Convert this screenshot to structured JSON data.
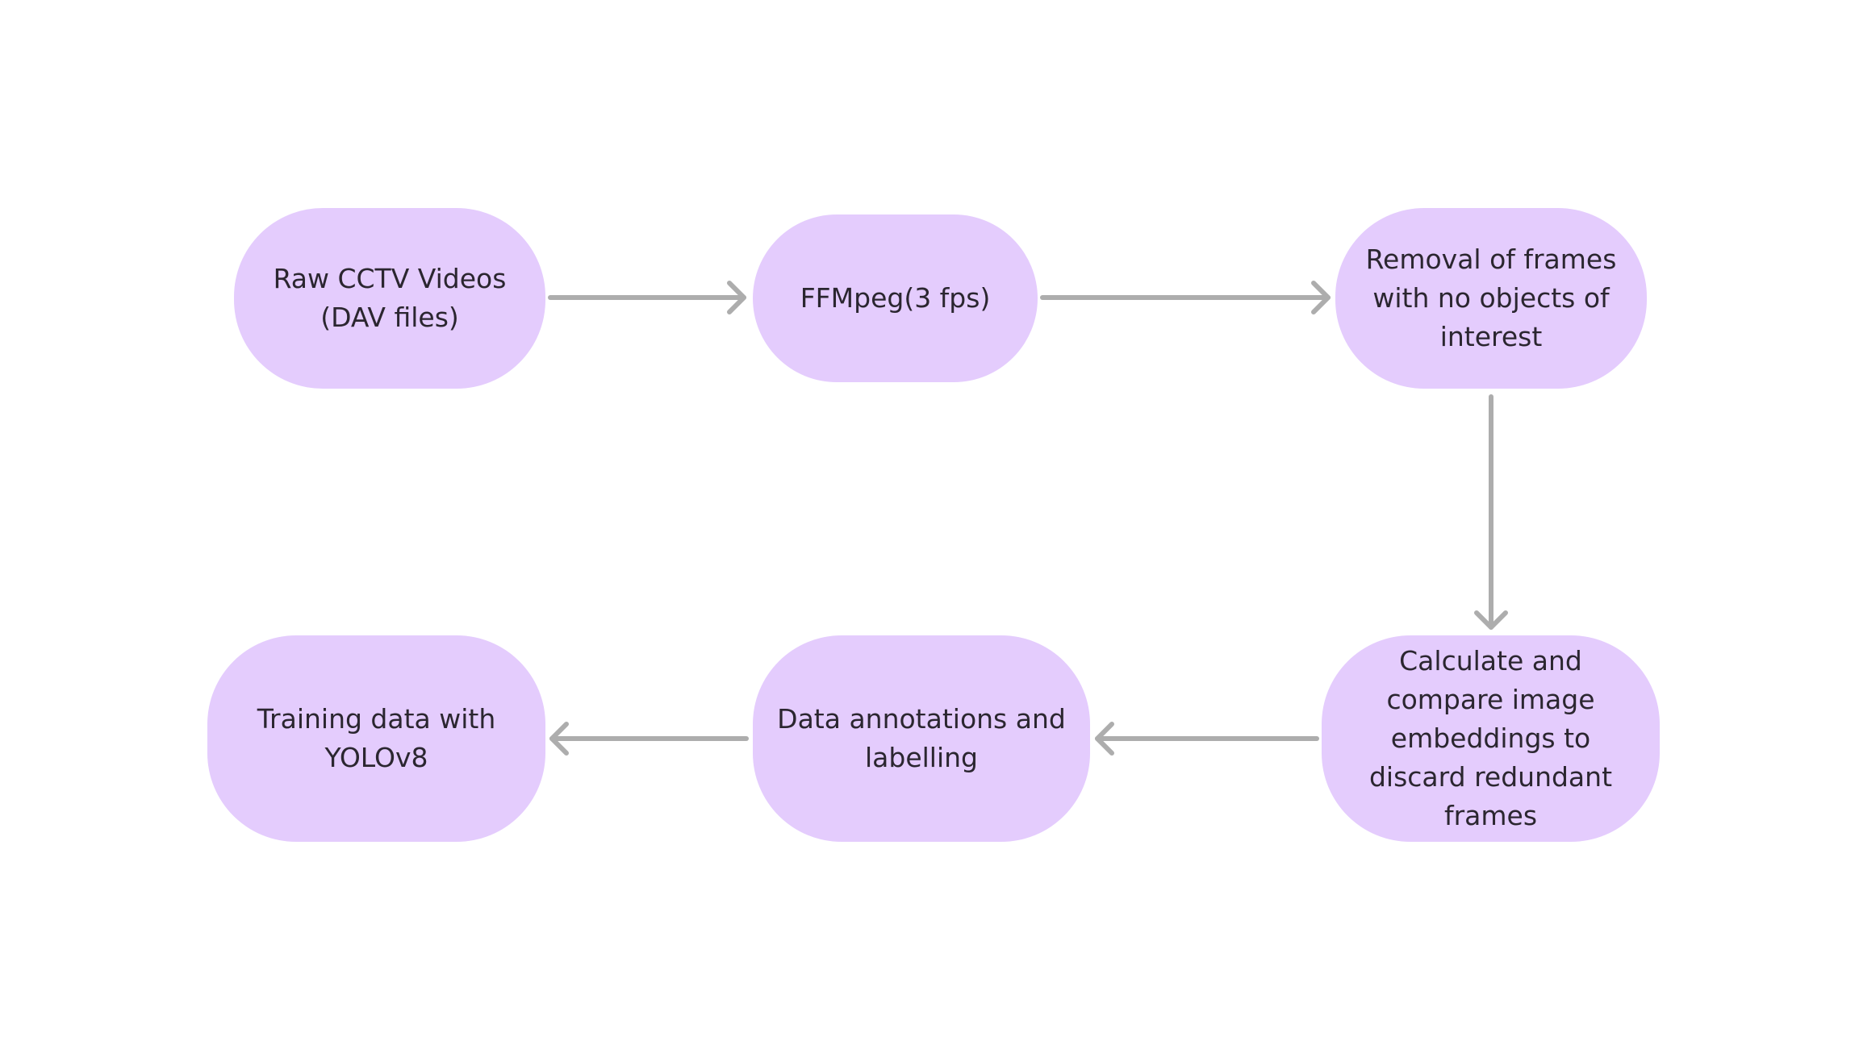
{
  "diagram": {
    "colors": {
      "node_fill": "#e4ccfd",
      "node_text": "#2b2630",
      "arrow": "#adadad",
      "background": "#ffffff"
    },
    "nodes": {
      "raw_videos": "Raw CCTV Videos (DAV files)",
      "ffmpeg": "FFMpeg(3 fps)",
      "removal": "Removal of frames with no objects of interest",
      "embeddings": "Calculate and compare image embeddings to discard redundant frames",
      "annotation": "Data annotations and labelling",
      "training": "Training data with YOLOv8"
    },
    "edges": [
      {
        "from": "raw_videos",
        "to": "ffmpeg"
      },
      {
        "from": "ffmpeg",
        "to": "removal"
      },
      {
        "from": "removal",
        "to": "embeddings"
      },
      {
        "from": "embeddings",
        "to": "annotation"
      },
      {
        "from": "annotation",
        "to": "training"
      }
    ]
  }
}
